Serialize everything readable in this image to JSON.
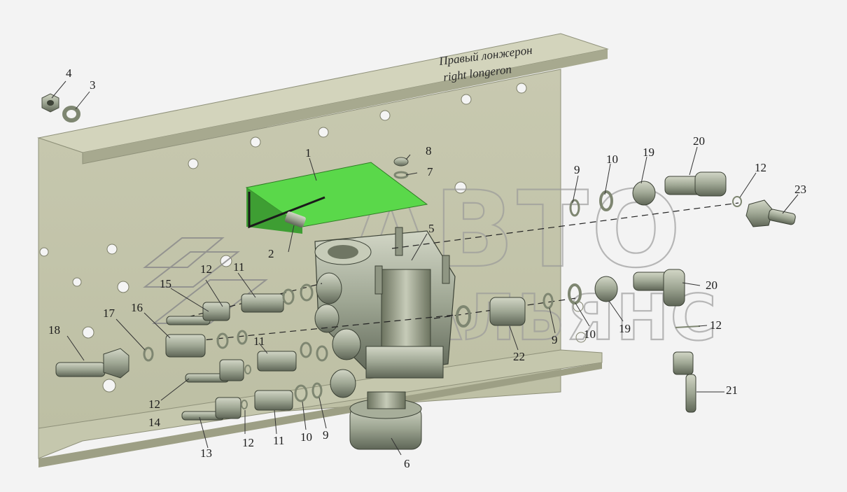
{
  "title": {
    "ru": "Правый лонжерон",
    "en": "right longeron"
  },
  "watermark": {
    "line1": "АВТО",
    "line2": "АЛЬЯНС"
  },
  "callouts": {
    "n1": "1",
    "n2": "2",
    "n3": "3",
    "n4": "4",
    "n5": "5",
    "n6": "6",
    "n7": "7",
    "n8": "8",
    "n9a": "9",
    "n9b": "9",
    "n9c": "9",
    "n10a": "10",
    "n10b": "10",
    "n10c": "10",
    "n11a": "11",
    "n11b": "11",
    "n11c": "11",
    "n12a": "12",
    "n12b": "12",
    "n12c": "12",
    "n12d": "12",
    "n12e": "12",
    "n13": "13",
    "n14": "14",
    "n15": "15",
    "n16": "16",
    "n17": "17",
    "n18": "18",
    "n19a": "19",
    "n19b": "19",
    "n20a": "20",
    "n20b": "20",
    "n21": "21",
    "n22": "22",
    "n23": "23"
  },
  "colors": {
    "background": "#f3f3f3",
    "longeron": "#c6c8ae",
    "bracket": "#5ad84a",
    "part": "#a9b09c"
  }
}
